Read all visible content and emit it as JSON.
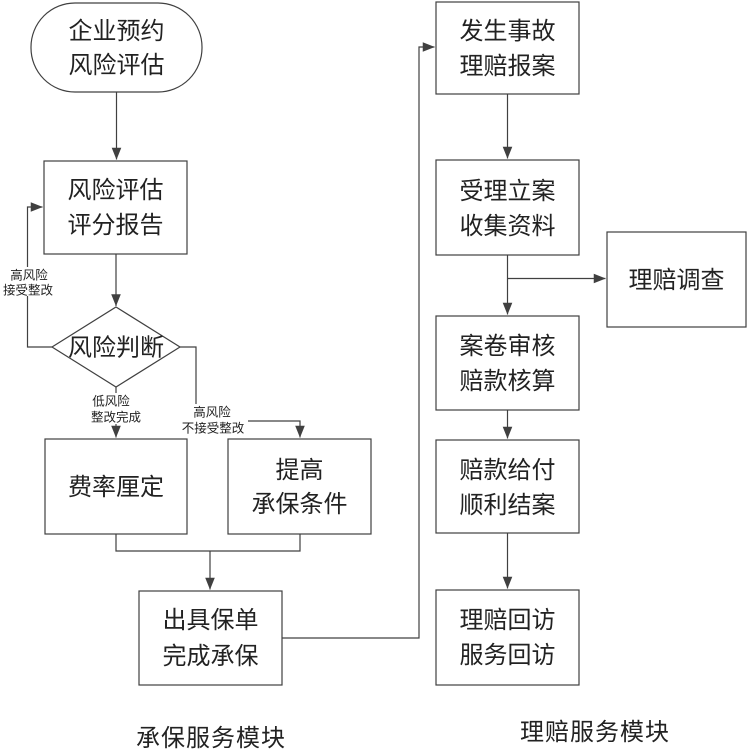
{
  "diagram_type": "flowchart",
  "colors": {
    "line": "#404040",
    "text": "#222222",
    "background": "#ffffff"
  },
  "modules": {
    "underwriting": {
      "footer": "承保服务模块",
      "nodes": {
        "start": {
          "shape": "rounded",
          "line1": "企业预约",
          "line2": "风险评估"
        },
        "report": {
          "shape": "rect",
          "line1": "风险评估",
          "line2": "评分报告"
        },
        "decision": {
          "shape": "diamond",
          "label": "风险判断"
        },
        "rate": {
          "shape": "rect",
          "label": "费率厘定"
        },
        "raise": {
          "shape": "rect",
          "line1": "提高",
          "line2": "承保条件"
        },
        "issue": {
          "shape": "rect",
          "line1": "出具保单",
          "line2": "完成承保"
        }
      },
      "edge_labels": {
        "high_accept": {
          "line1": "高风险",
          "line2": "接受整改"
        },
        "low_done": {
          "line1": "低风险",
          "line2": "整改完成"
        },
        "high_reject": {
          "line1": "高风险",
          "line2": "不接受整改"
        }
      }
    },
    "claims": {
      "footer": "理赔服务模块",
      "nodes": {
        "accident": {
          "shape": "rect",
          "line1": "发生事故",
          "line2": "理赔报案"
        },
        "accept": {
          "shape": "rect",
          "line1": "受理立案",
          "line2": "收集资料"
        },
        "investigate": {
          "shape": "rect",
          "label": "理赔调查"
        },
        "review": {
          "shape": "rect",
          "line1": "案卷审核",
          "line2": "赔款核算"
        },
        "payment": {
          "shape": "rect",
          "line1": "赔款给付",
          "line2": "顺利结案"
        },
        "visit": {
          "shape": "rect",
          "line1": "理赔回访",
          "line2": "服务回访"
        }
      }
    }
  }
}
